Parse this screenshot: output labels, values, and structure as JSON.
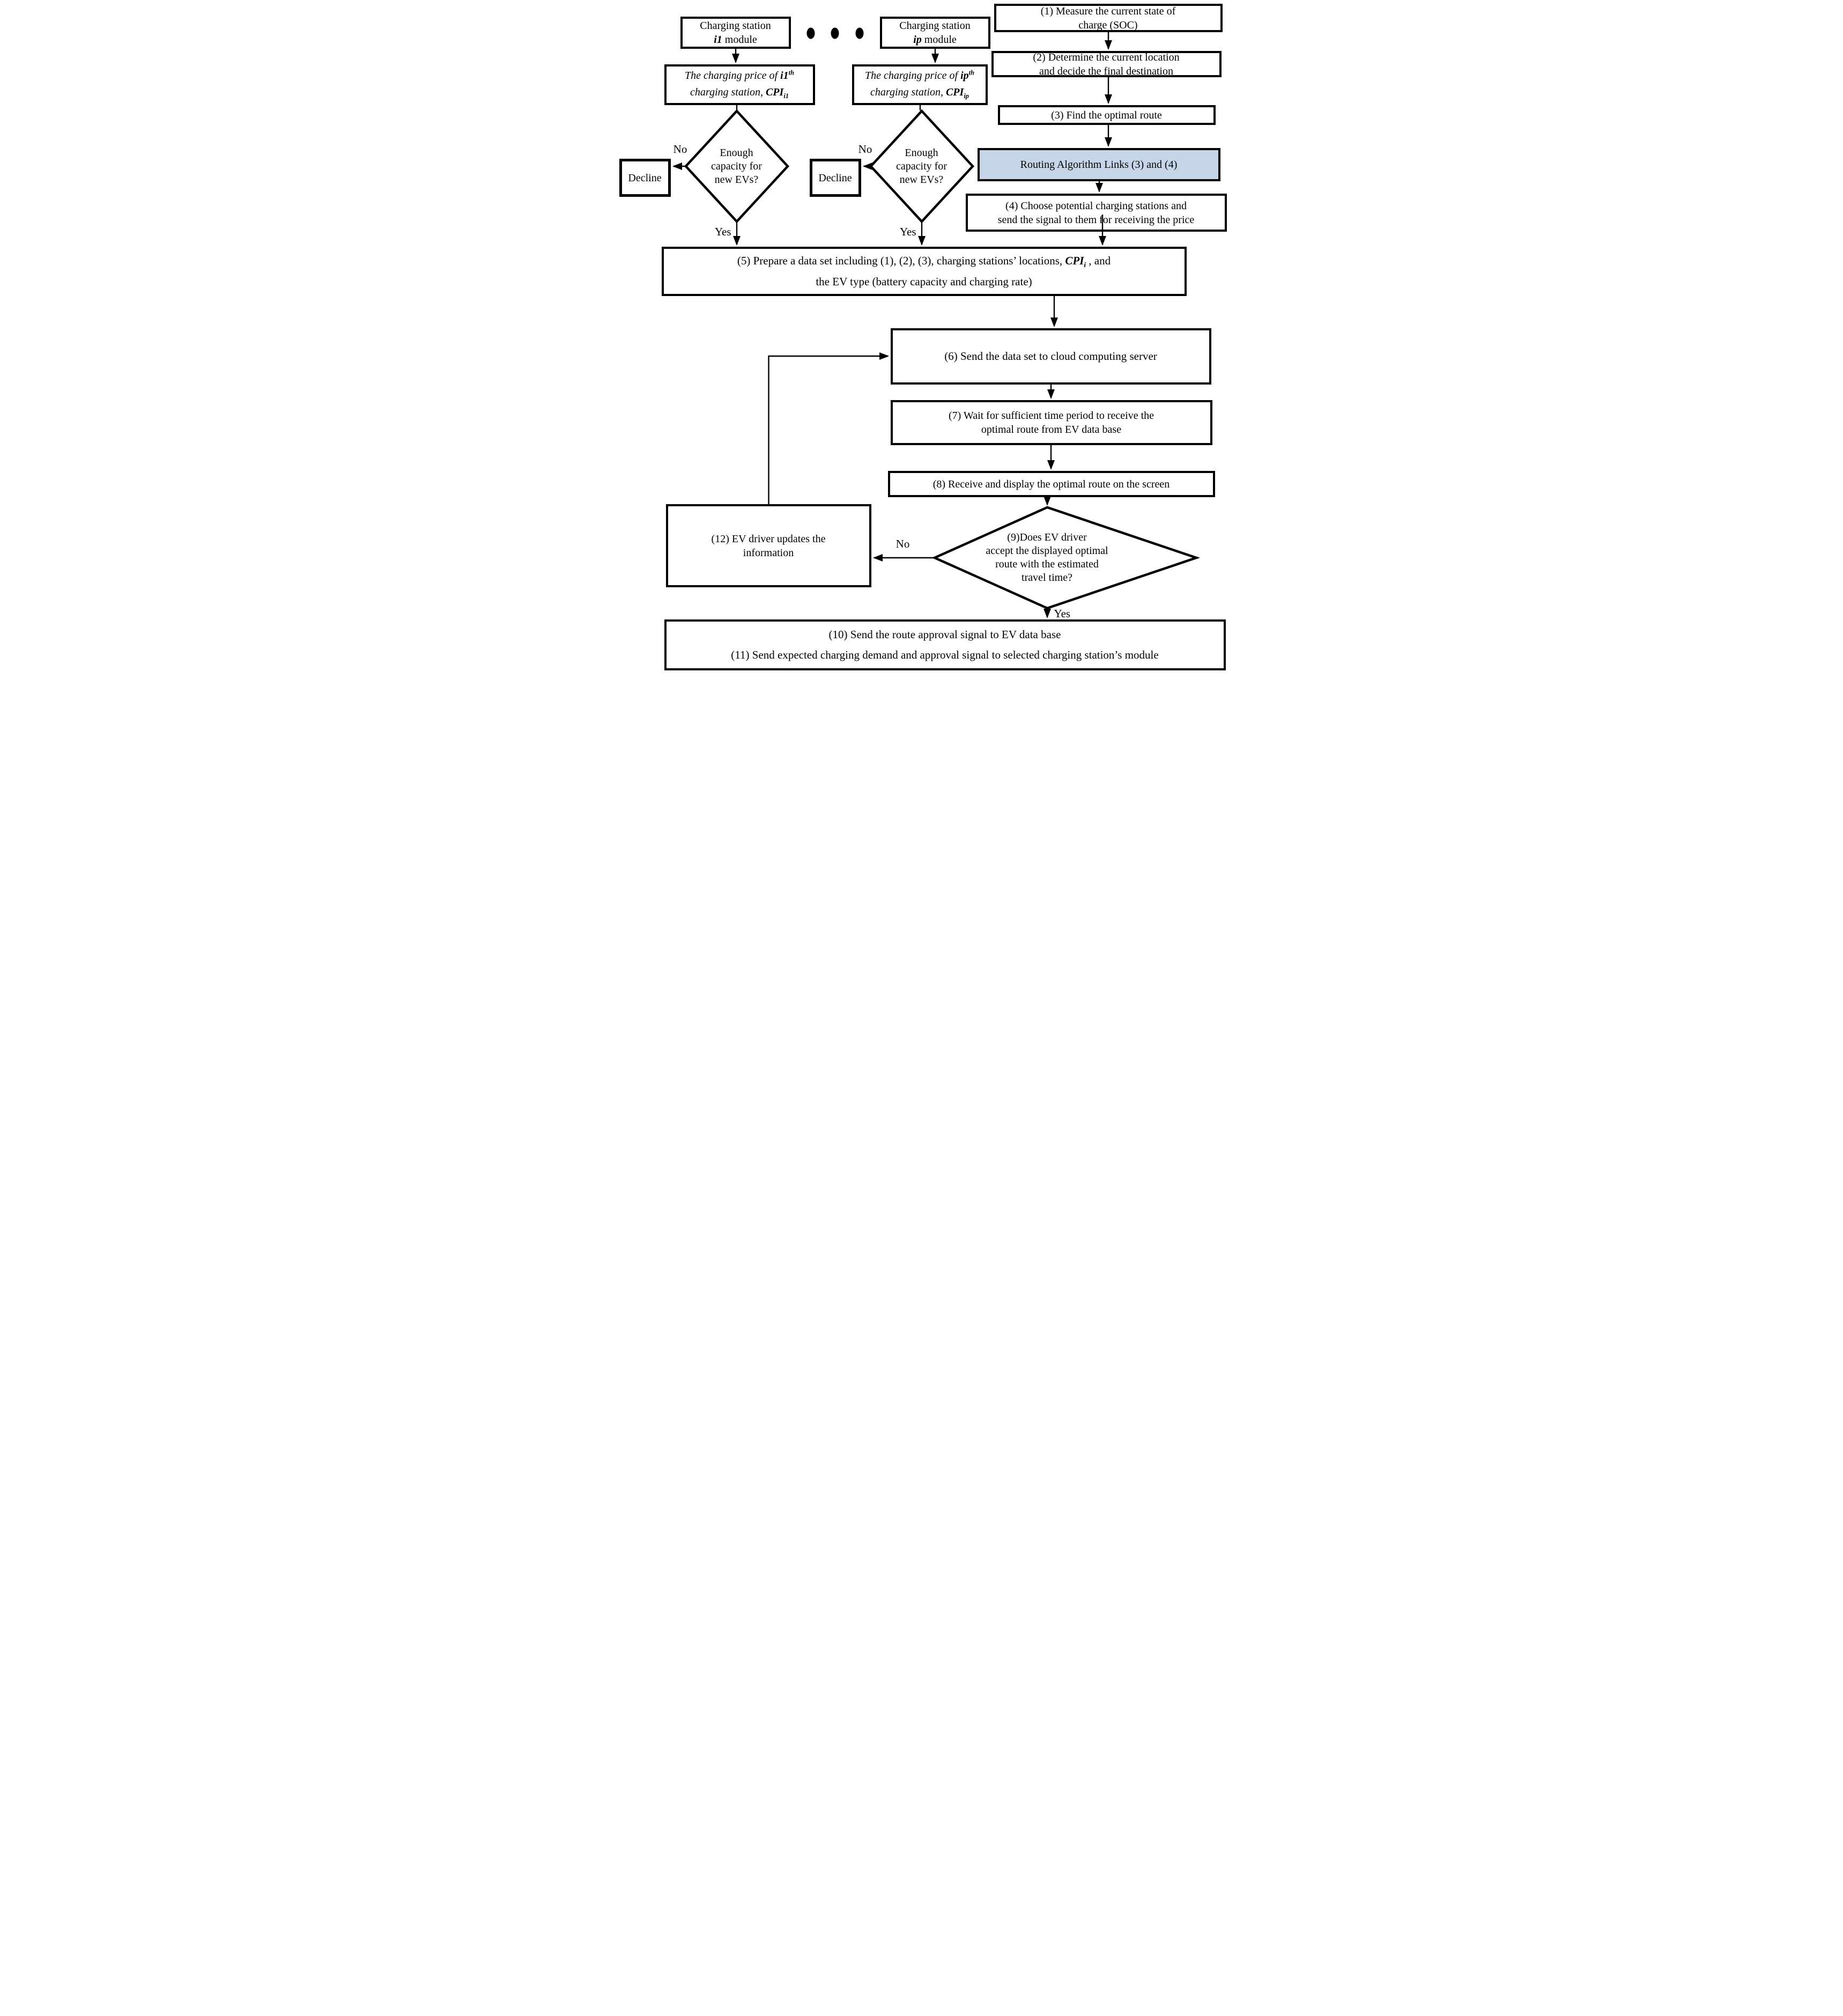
{
  "colors": {
    "background": "#ffffff",
    "routing_box_fill": "#c7d5e8",
    "line": "#000000"
  },
  "labels": {
    "yes": "Yes",
    "no": "No"
  },
  "nodes": {
    "station_i1": {
      "line1": "Charging station",
      "emph": "i1",
      "rest": " module"
    },
    "station_ip": {
      "line1": "Charging station",
      "emph": "ip",
      "rest": " module"
    },
    "price_i1": {
      "line1_prefix": "The charging price of ",
      "emph": "i1",
      "sup": "th",
      "line2_prefix": "charging station, ",
      "cpi": "CPI",
      "sub": "i1"
    },
    "price_ip": {
      "line1_prefix": "The charging price of ",
      "emph": "ip",
      "sup": "th",
      "line2_prefix": "charging station, ",
      "cpi": "CPI",
      "sub": "ip"
    },
    "capacity_question": {
      "line1": "Enough",
      "line2": "capacity for",
      "line3": "new EVs?"
    },
    "decline": "Decline",
    "step1": {
      "line1": "(1) Measure the current state of",
      "line2": "charge (SOC)"
    },
    "step2": {
      "line1": "(2) Determine the current location",
      "line2": "and decide the final destination"
    },
    "step3": "(3) Find the optimal route",
    "routing": "Routing Algorithm Links (3) and (4)",
    "step4": {
      "line1": "(4) Choose potential charging stations and",
      "line2": "send the signal to them for receiving the price"
    },
    "step5": {
      "line1_prefix": "(5) Prepare a data set including (1), (2), (3), charging stations’ locations, ",
      "cpi": "CPI",
      "sub": "i",
      "line1_suffix": " , and",
      "line2": "the EV type (battery capacity and charging rate)"
    },
    "step6": "(6) Send the data set to cloud computing server",
    "step7": {
      "line1": "(7) Wait for sufficient time period to receive the",
      "line2": "optimal route from EV data base"
    },
    "step8": "(8) Receive and display the optimal route on the screen",
    "step9": {
      "line1": "(9)Does EV driver",
      "line2": "accept the displayed optimal",
      "line3": "route with the estimated",
      "line4": "travel time?"
    },
    "step10": "(10) Send the route approval signal to EV data base",
    "step11": "(11) Send expected charging demand and approval signal to selected charging station’s module",
    "step12": {
      "line1": "(12) EV driver updates the",
      "line2": "information"
    }
  }
}
